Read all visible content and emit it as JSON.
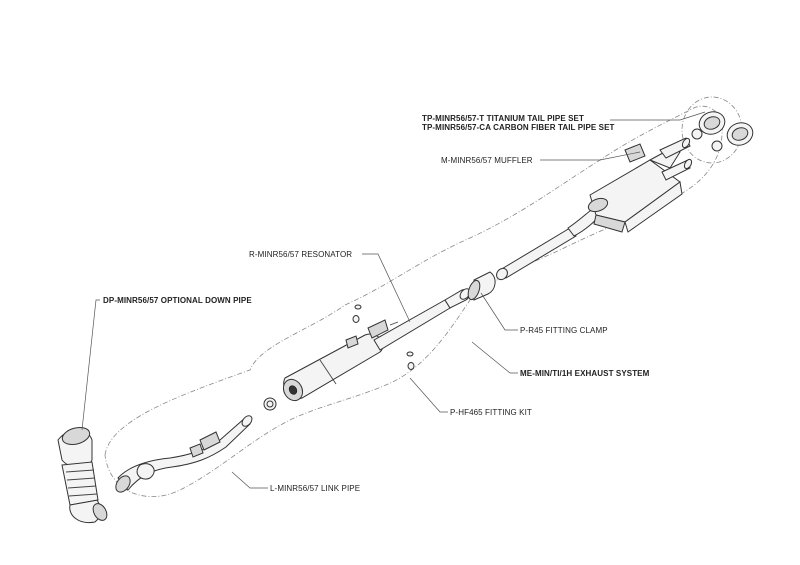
{
  "labels": {
    "tail_pipe_titanium": "TP-MINR56/57-T TITANIUM TAIL PIPE SET",
    "tail_pipe_carbon": "TP-MINR56/57-CA CARBON FIBER TAIL PIPE SET",
    "muffler": "M-MINR56/57 MUFFLER",
    "resonator": "R-MINR56/57 RESONATOR",
    "down_pipe": "DP-MINR56/57 OPTIONAL DOWN PIPE",
    "fitting_clamp": "P-R45 FITTING CLAMP",
    "exhaust_system": "ME-MIN/TI/1H EXHAUST SYSTEM",
    "fitting_kit": "P-HF465 FITTING KIT",
    "link_pipe": "L-MINR56/57  LINK PIPE"
  }
}
